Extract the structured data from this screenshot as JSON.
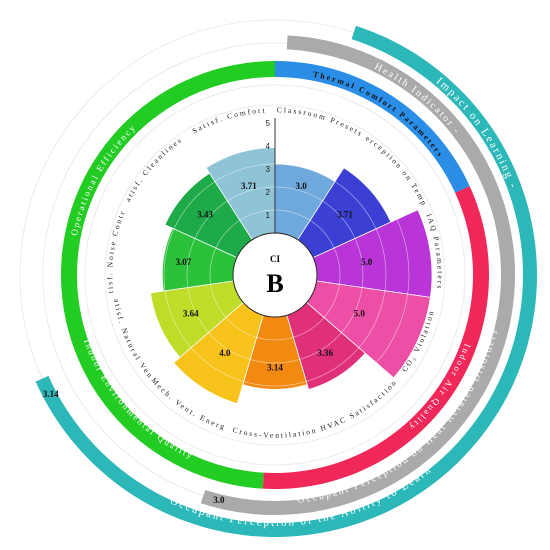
{
  "chart_data": {
    "type": "polar-bar",
    "center": {
      "label": "CI",
      "grade": "B"
    },
    "radial_ticks": [
      "1",
      "2",
      "3",
      "4",
      "5"
    ],
    "rmax": 5,
    "categories": [
      {
        "label": "Classroom Presets",
        "value": 3.0,
        "display": "3.0",
        "color": "#6fa8dc"
      },
      {
        "label": "Perception on Temp.",
        "value": 3.71,
        "display": "3.71",
        "color": "#3b3fd4"
      },
      {
        "label": "IAQ Parameters",
        "value": 5.0,
        "display": "5.0",
        "color": "#b935d8"
      },
      {
        "label": "CO₂ Violation",
        "value": 5.0,
        "display": "5.0",
        "color": "#ee4fa6"
      },
      {
        "label": "HVAC Satisfaction",
        "value": 3.36,
        "display": "3.36",
        "color": "#e0307a"
      },
      {
        "label": "Cross-Ventilation",
        "value": 3.14,
        "display": "3.14",
        "color": "#f28a12"
      },
      {
        "label": "Mech. Vent. Energy",
        "value": 4.0,
        "display": "4.0",
        "color": "#f7c21a"
      },
      {
        "label": "Satisf. Natural Vent.",
        "value": 3.64,
        "display": "3.64",
        "color": "#bedc28"
      },
      {
        "label": "Satisf. Noise Control",
        "value": 3.07,
        "display": "3.07",
        "color": "#2cc13a"
      },
      {
        "label": "Satisf. Cleanliness",
        "value": 3.43,
        "display": "3.43",
        "color": "#1faa4a"
      },
      {
        "label": "Satisf. Comfort",
        "value": 3.71,
        "display": "3.71",
        "color": "#8fc3d6"
      }
    ],
    "groups": [
      {
        "label": "Thermal Comfort Parameters",
        "color": "#2b8ee6"
      },
      {
        "label": "Indoor Air Quality",
        "color": "#f0285a"
      },
      {
        "label": "Indoor Environmental Quality - Operational Efficiency",
        "color": "#22cc22"
      }
    ],
    "outer_rings": [
      {
        "label": "Health Indicator - Occupant Perception on Heat Related Disorders",
        "value": "3.0",
        "color": "#aaaaaa"
      },
      {
        "label": "Impact on Learning - Occupant Perception of the Ability to Learn",
        "value": "3.14",
        "color": "#2cb8b8"
      }
    ]
  }
}
